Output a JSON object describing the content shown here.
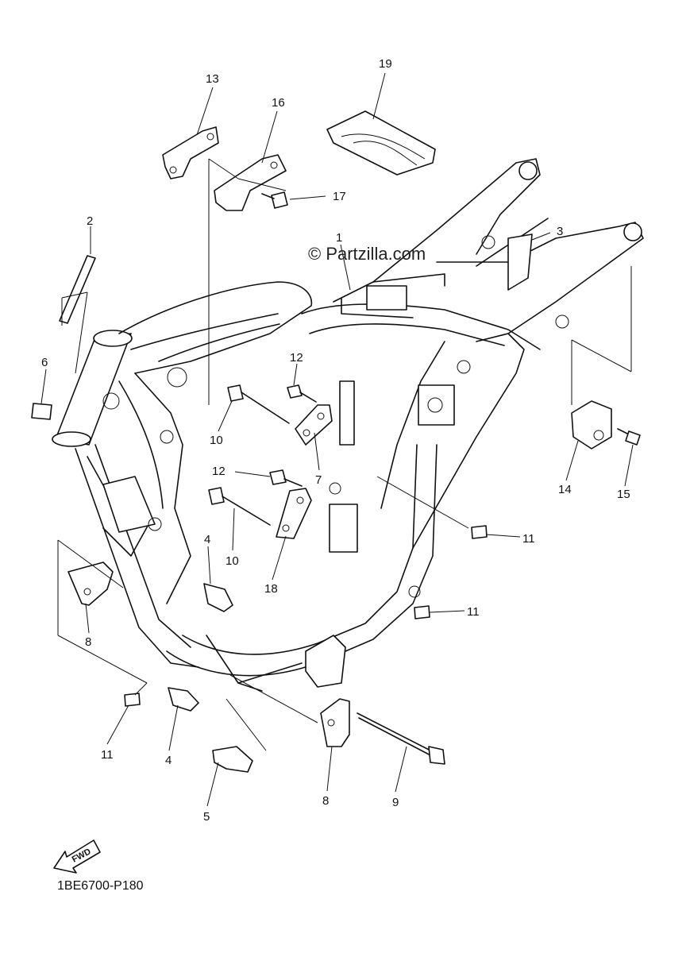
{
  "diagram": {
    "watermark": "© Partzilla.com",
    "diagram_code": "1BE6700-P180",
    "fwd_label": "FWD",
    "callouts": [
      {
        "id": "c1",
        "label": "1"
      },
      {
        "id": "c2",
        "label": "2"
      },
      {
        "id": "c3",
        "label": "3"
      },
      {
        "id": "c4a",
        "label": "4"
      },
      {
        "id": "c4b",
        "label": "4"
      },
      {
        "id": "c5",
        "label": "5"
      },
      {
        "id": "c6",
        "label": "6"
      },
      {
        "id": "c7",
        "label": "7"
      },
      {
        "id": "c8a",
        "label": "8"
      },
      {
        "id": "c8b",
        "label": "8"
      },
      {
        "id": "c9",
        "label": "9"
      },
      {
        "id": "c10a",
        "label": "10"
      },
      {
        "id": "c10b",
        "label": "10"
      },
      {
        "id": "c11a",
        "label": "11"
      },
      {
        "id": "c11b",
        "label": "11"
      },
      {
        "id": "c11c",
        "label": "11"
      },
      {
        "id": "c12a",
        "label": "12"
      },
      {
        "id": "c12b",
        "label": "12"
      },
      {
        "id": "c13",
        "label": "13"
      },
      {
        "id": "c14",
        "label": "14"
      },
      {
        "id": "c15",
        "label": "15"
      },
      {
        "id": "c16",
        "label": "16"
      },
      {
        "id": "c17",
        "label": "17"
      },
      {
        "id": "c18",
        "label": "18"
      },
      {
        "id": "c19",
        "label": "19"
      }
    ]
  }
}
